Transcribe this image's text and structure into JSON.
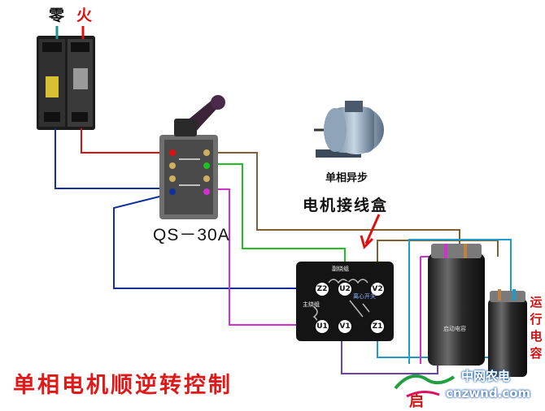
{
  "supply": {
    "neutral": "零",
    "live": "火"
  },
  "switch": {
    "model": "QS－30A"
  },
  "motor": {
    "type": "单相异步"
  },
  "junction_box": {
    "label": "电机接线盒",
    "aux_winding": "副绕组",
    "main_winding": "主绕组",
    "centrifugal_switch": "离心开关",
    "terminals": [
      "Z2",
      "U2",
      "V2",
      "U1",
      "V1",
      "Z1"
    ]
  },
  "capacitors": {
    "run_label": "运行电容",
    "start_partial": "启",
    "start_texts": [
      "启动电容"
    ]
  },
  "title": "单相电机顺逆转控制",
  "watermark": {
    "line1": "中网农电",
    "line2": "cnzwnd.com"
  },
  "colors": {
    "red": "#e01010",
    "blue": "#1030a0",
    "green": "#20c020",
    "magenta": "#d030d0",
    "brown": "#806030",
    "cyan": "#209ac8"
  }
}
